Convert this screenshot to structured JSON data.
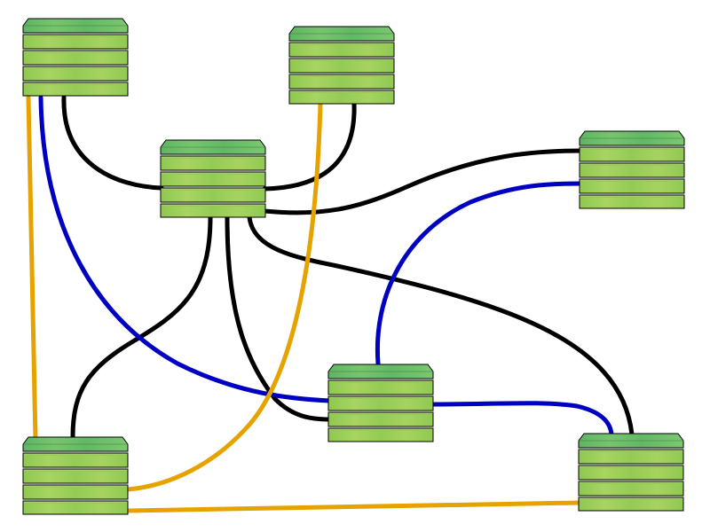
{
  "colors": {
    "background": "#ffffff",
    "node_top": "#6cbf6c",
    "node_body": "#9ccf58",
    "node_stroke": "#000000",
    "link_black": "#000000",
    "link_blue": "#0000c0",
    "link_orange": "#e6a300"
  },
  "diagram": {
    "nodes": [
      {
        "id": "server-top-left",
        "icon": "server-stack-icon"
      },
      {
        "id": "server-top-middle",
        "icon": "server-stack-icon"
      },
      {
        "id": "server-center-hub",
        "icon": "server-stack-icon"
      },
      {
        "id": "server-right",
        "icon": "server-stack-icon"
      },
      {
        "id": "server-middle-bottom",
        "icon": "server-stack-icon"
      },
      {
        "id": "server-bottom-left",
        "icon": "server-stack-icon"
      },
      {
        "id": "server-bottom-right",
        "icon": "server-stack-icon"
      }
    ],
    "links": [
      {
        "from": "server-top-left",
        "to": "server-center-hub",
        "color": "black"
      },
      {
        "from": "server-top-middle",
        "to": "server-center-hub",
        "color": "black"
      },
      {
        "from": "server-center-hub",
        "to": "server-right",
        "color": "black"
      },
      {
        "from": "server-center-hub",
        "to": "server-bottom-left",
        "color": "black"
      },
      {
        "from": "server-center-hub",
        "to": "server-middle-bottom",
        "color": "black"
      },
      {
        "from": "server-center-hub",
        "to": "server-bottom-right",
        "color": "black"
      },
      {
        "from": "server-top-left",
        "to": "server-middle-bottom",
        "color": "blue"
      },
      {
        "from": "server-middle-bottom",
        "to": "server-right",
        "color": "blue"
      },
      {
        "from": "server-middle-bottom",
        "to": "server-bottom-right",
        "color": "blue"
      },
      {
        "from": "server-top-left",
        "to": "server-bottom-left",
        "color": "orange"
      },
      {
        "from": "server-top-middle",
        "to": "server-bottom-left",
        "color": "orange"
      },
      {
        "from": "server-bottom-left",
        "to": "server-bottom-right",
        "color": "orange"
      }
    ]
  }
}
